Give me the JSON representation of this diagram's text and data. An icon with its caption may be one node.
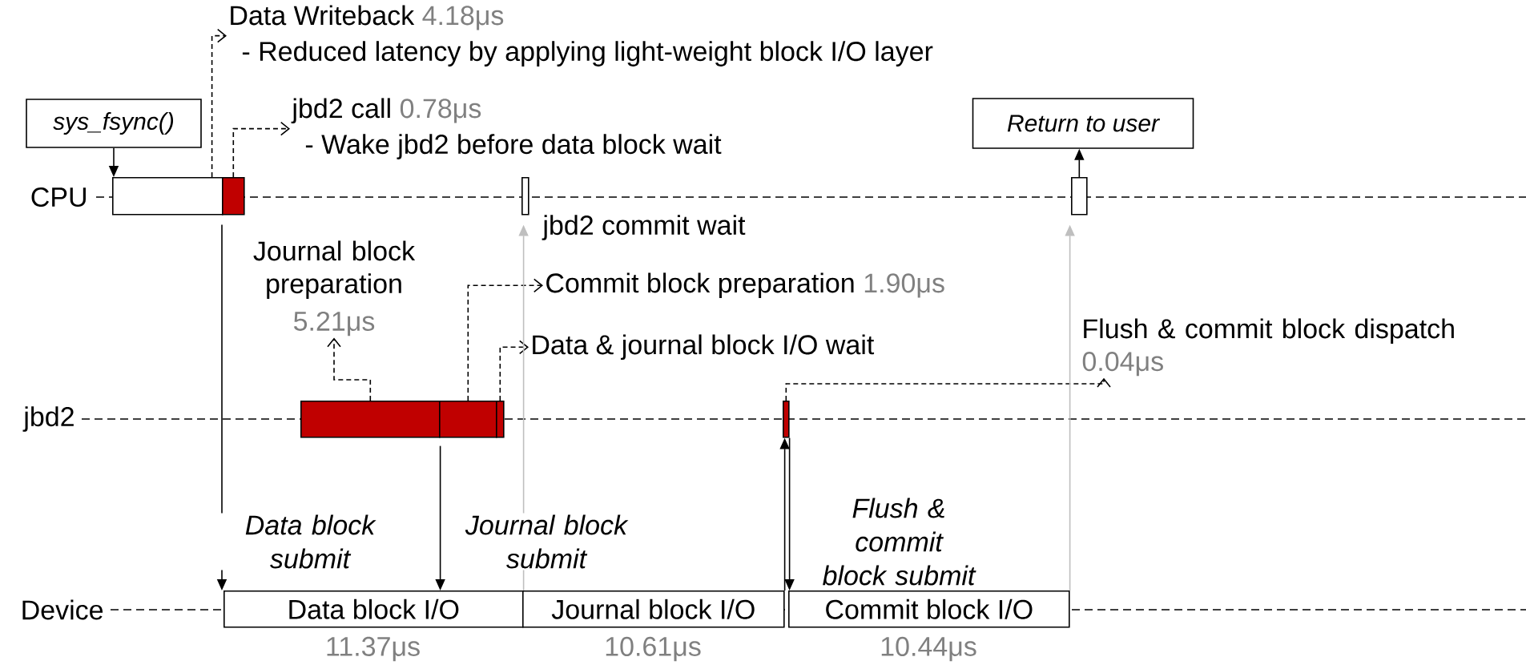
{
  "diagram": {
    "nodes": [
      {
        "text": [
          "sys_fsync()"
        ]
      },
      {
        "text": [
          "Data Writeback",
          "4.18μs",
          "- Reduced latency by applying light-weight block I/O layer"
        ]
      },
      {
        "text": [
          "jbd2 call",
          "0.78μs",
          "- Wake jbd2 before data block wait"
        ]
      },
      {
        "text": [
          "Return to user"
        ]
      },
      {
        "text": [],
        "shape": "bar"
      },
      {
        "text": [],
        "shape": "bar"
      },
      {
        "text": [],
        "shape": "bar",
        "beside": [
          "jbd2 commit wait"
        ]
      },
      {
        "text": [],
        "shape": "bar"
      },
      {
        "text": [
          "Journal block preparation",
          "5.21μs"
        ]
      },
      {
        "text": [
          "Commit block preparation",
          "1.90μs"
        ]
      },
      {
        "text": [
          "Data & journal block I/O wait"
        ]
      },
      {
        "text": [
          "Flush & commit block dispatch",
          "0.04μs"
        ]
      },
      {
        "text": [],
        "shape": "bar"
      },
      {
        "text": [],
        "shape": "bar"
      },
      {
        "text": [],
        "shape": "bar"
      },
      {
        "text": [],
        "shape": "bar"
      },
      {
        "text": [
          "Data block I/O"
        ],
        "beside": [
          "11.37μs"
        ]
      },
      {
        "text": [
          "Journal block I/O"
        ],
        "beside": [
          "10.61μs"
        ]
      },
      {
        "text": [
          "Commit block I/O"
        ],
        "beside": [
          "10.44μs"
        ]
      }
    ],
    "edges": [
      {
        "from": 0,
        "to": 4,
        "arrow": "to"
      },
      {
        "from": 4,
        "to": 1,
        "arrow": "to",
        "style": "dashed"
      },
      {
        "from": 5,
        "to": 2,
        "arrow": "to",
        "style": "dashed"
      },
      {
        "from": 5,
        "to": 16,
        "arrow": "to",
        "label": "Data block submit"
      },
      {
        "from": 12,
        "to": 16,
        "arrow": "to",
        "label": "Journal block submit"
      },
      {
        "from": 12,
        "to": 8,
        "arrow": "to",
        "style": "dashed"
      },
      {
        "from": 13,
        "to": 9,
        "arrow": "to",
        "style": "dashed"
      },
      {
        "from": 14,
        "to": 10,
        "arrow": "to",
        "style": "dashed"
      },
      {
        "from": 15,
        "to": 11,
        "arrow": "to",
        "style": "dashed"
      },
      {
        "from": 16,
        "to": 6,
        "arrow": "to",
        "color": "#bfbfbf"
      },
      {
        "from": 17,
        "to": 15,
        "arrow": "to"
      },
      {
        "from": 15,
        "to": 18,
        "arrow": "to",
        "label": "Flush & commit block submit"
      },
      {
        "from": 18,
        "to": 7,
        "arrow": "to",
        "color": "#bfbfbf"
      },
      {
        "from": 7,
        "to": 3,
        "arrow": "to"
      }
    ],
    "labels": [
      "CPU",
      "jbd2",
      "Device"
    ]
  }
}
